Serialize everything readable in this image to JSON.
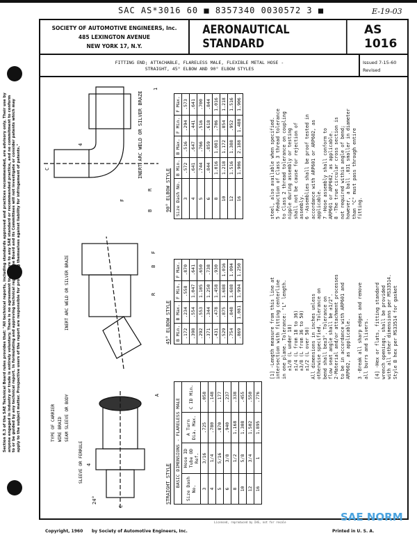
{
  "scan_code": "SAC AS*3016 60 ■ 8357340 0030572 3 ■",
  "handwritten": "E-19-03",
  "header": {
    "society": [
      "SOCIETY OF AUTOMOTIVE ENGINEERS, Inc.",
      "485 LEXINGTON AVENUE",
      "NEW YORK 17, N.Y."
    ],
    "title": "AERONAUTICAL STANDARD",
    "number": "AS 1016"
  },
  "subject": {
    "line1": "FITTING END; ATTACHABLE, FLARELESS MALE, FLEXIBLE METAL HOSE -",
    "line2": "STRAIGHT, 45° ELBOW AND 90° ELBOW STYLES",
    "issued": "Issued 7-15-60",
    "revised": "Revised"
  },
  "drawings": {
    "straight_labels": [
      "TYPE OF CARRIER",
      "WIRE BRAID",
      "SEAM SLEEVE OR BODY",
      "SLEEVE OR FERRULE",
      "24°",
      "C",
      "A",
      "4"
    ],
    "elbow45_labels": [
      "INERT ARC WELD OR SILVER BRAZE",
      "R",
      "B",
      "F"
    ],
    "elbow90_labels": [
      "INERT ARC WELD OR SILVER BRAZE",
      "R",
      "B",
      "F",
      "C",
      "4",
      "1"
    ]
  },
  "straight": {
    "title": "STRAIGHT STYLE",
    "heading": "BASIC DIMENSIONS - FLARELESS MALE",
    "cols": [
      "Size Dash No.",
      "Hose ID Tube OD Ref.",
      "A Turn Dia. Max.",
      "C ID Min."
    ],
    "rows": [
      [
        "3",
        "3/16",
        ".725",
        ".058"
      ],
      [
        "4",
        "1/4",
        ".780",
        ".148"
      ],
      [
        "5",
        "5/16",
        ".870",
        ".177"
      ],
      [
        "6",
        "3/8",
        ".940",
        ".237"
      ],
      [
        "8",
        "1/2",
        "1.168",
        ".338"
      ],
      [
        "10",
        "5/8",
        "1.308",
        ".455"
      ],
      [
        "12",
        "3/4",
        "1.502",
        ".550"
      ],
      [
        "16",
        "1",
        "1.895",
        ".776"
      ]
    ]
  },
  "elbow45": {
    "title": "45° ELBOW STYLE",
    "cols": [
      "B Min.",
      "B Max.",
      "F Min.",
      "F Max."
    ],
    "rows": [
      [
        ".172",
        ".234",
        ".558",
        ".870"
      ],
      [
        ".398",
        ".554",
        "1.047",
        ".641"
      ],
      [
        ".292",
        ".553",
        "1.105",
        ".650"
      ],
      [
        ".371",
        ".344",
        "1.250",
        ".738"
      ],
      [
        ".431",
        ".478",
        "1.458",
        ".930"
      ],
      [
        ".529",
        ".875",
        "1.688",
        "1.016"
      ],
      [
        ".754",
        ".848",
        "1.688",
        "1.094"
      ],
      [
        ".869",
        "1.081",
        "1.994",
        "1.250"
      ]
    ]
  },
  "elbow90": {
    "title": "90° ELBOW STYLE",
    "cols": [
      "Size Dash No.",
      "B Min.",
      "B Max.",
      "F Min.",
      "F Max."
    ],
    "rows": [
      [
        "3",
        ".572",
        ".516",
        ".294",
        ".573"
      ],
      [
        "4",
        ".641",
        ".647",
        ".441",
        ".641"
      ],
      [
        "5",
        ".744",
        ".766",
        ".516",
        ".700"
      ],
      [
        "6",
        ".844",
        ".859",
        ".618",
        ".844"
      ],
      [
        "8",
        "1.016",
        "1.081",
        ".706",
        "1.016"
      ],
      [
        "10",
        "1.218",
        "1.172",
        ".854",
        "1.218"
      ],
      [
        "12",
        "1.516",
        "1.388",
        ".952",
        "1.516"
      ],
      [
        "16",
        "1.906",
        "2.188",
        "1.488",
        "1.906"
      ]
    ]
  },
  "notes": {
    "left": "[1] -Length measure from this line at\nintersection with fitting centerline\nin one plane. Tolerance: \"L\" length.\n   ±1/8 (L under 18)\n   ±1/4 (L from 18 to 36)\n   ±3/8 (L from 36 to 50)\n   ±1/2 (L over 50)\nAll dimensions in inches unless\notherwise specified. Tolerance on\nbend shall be±3°. Tolerance on\nflow seat angle shall be ±1/2°.\n2-Material and/or attachment processes\nto be in accordance with ARP601 and\nARP602, as applicable.\n\n3 -Break all sharp edges and remove\nall burrs and slivers.\n\n[4] -Hex or flats, fitting standard\nwrench openings, shall be provided\nwith all other dimensions per MS33514.\nStyle B hex per MS33514 for gasket",
    "right": "steel, also available when specified.\n5 -Reduction of Class 3 thread tolerance\nto Class 2 thread tolerance on coupling\nnipple during assembly or testing\nshall not be cause for rejection of\nassembly.\n6 -Assemblies shall be proof tested in\naccordance with ARP601 or ARP602, as\napplicable.\n7 -Hose assembly shall conform to\nARP601 or ARP602, as applicable.\n8 -The true circular cross section is\nnot required within angle of bend;\nhowever, a ball .031 smaller in diameter\nthan \"C\" must pass through entire\nfitting."
  },
  "side_notice": "Section 8.3 of the SAE Technical Board rules provides that: \"All technical reports, including standards approved and practices recommended, are advisory only. Their use by anyone engaged in industry or trade is entirely voluntary. There is no agreement to adhere to any SAE standard or recommended practice, and no commitment to conform to or be guided by any technical report. In formulating and approving technical reports, the Board and its Committees will not investigate or consider patents which may apply to the subject matter. Prospective users of the report are responsible for protecting themselves against liability for infringement of patents.\"",
  "footer": {
    "copyright": "Copyright, 1960",
    "by": "by Society of Automotive Engineers, Inc.",
    "printed": "Printed in U. S. A.",
    "small": "Licensed, reproduced by IHS, not for resale",
    "logo": "SAE NORM"
  }
}
